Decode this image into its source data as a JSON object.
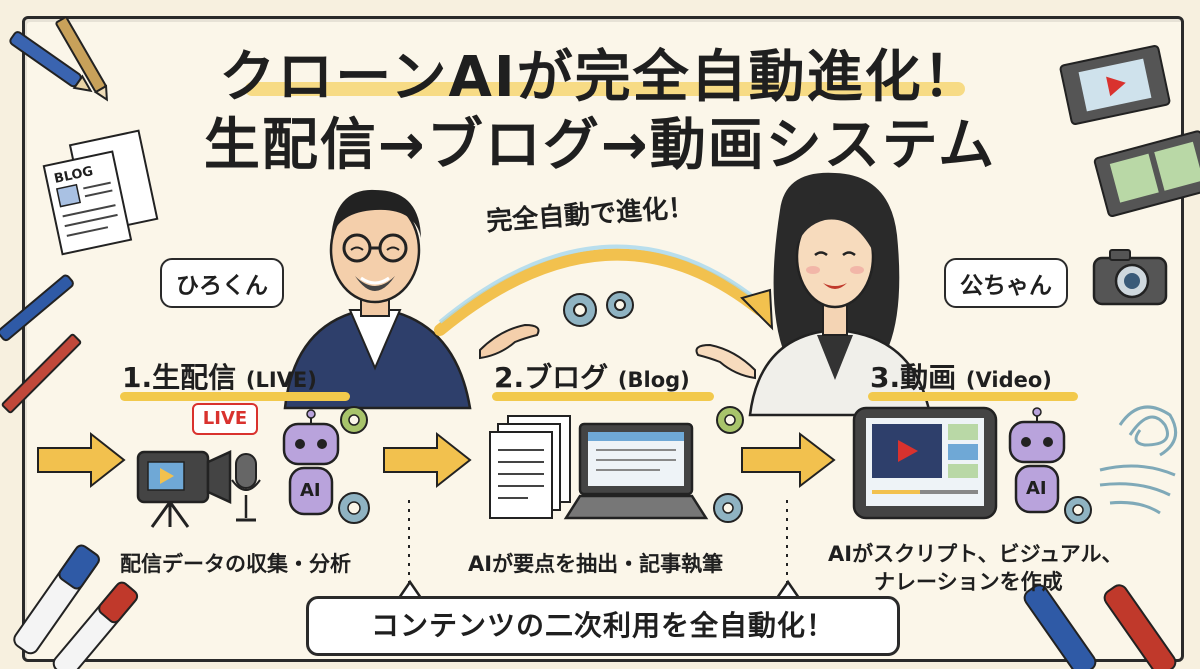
{
  "title": {
    "line1": "クローンAIが完全自動進化！",
    "line2": "生配信→ブログ→動画システム"
  },
  "characters": {
    "left_name": "ひろくん",
    "right_name": "公ちゃん"
  },
  "arc_label": "完全自動で進化！",
  "steps": [
    {
      "number": "1.",
      "name": "生配信",
      "sub": "(LIVE)",
      "description": "配信データの収集・分析"
    },
    {
      "number": "2.",
      "name": "ブログ",
      "sub": "(Blog)",
      "description": "AIが要点を抽出・記事執筆"
    },
    {
      "number": "3.",
      "name": "動画",
      "sub": "(Video)",
      "description_line1": "AIがスクリプト、ビジュアル、",
      "description_line2": "ナレーションを作成"
    }
  ],
  "live_badge": "LIVE",
  "robot_label": "AI",
  "blog_icon_label": "BLOG",
  "banner": "コンテンツの二次利用を全自動化！",
  "colors": {
    "highlight": "#f2c94c",
    "arrow": "#f2c14e",
    "robot": "#b9a3dc",
    "gear": "#8fb3c2",
    "accent_red": "#d9322e"
  }
}
